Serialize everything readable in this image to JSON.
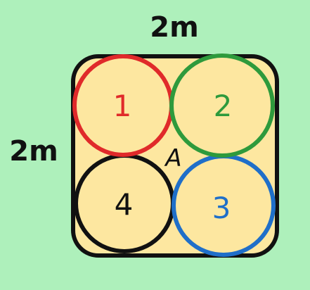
{
  "labels": {
    "top_dimension": "2m",
    "side_dimension": "2m",
    "center_label": "A"
  },
  "circles": [
    {
      "label": "1",
      "color": "#e02a2a"
    },
    {
      "label": "2",
      "color": "#2e9a3c"
    },
    {
      "label": "3",
      "color": "#1f6fc9"
    },
    {
      "label": "4",
      "color": "#111111"
    }
  ],
  "colors": {
    "background": "#aef0bb",
    "square_fill": "#fde7a0",
    "square_stroke": "#111111",
    "circle_fill": "#fde7a0"
  }
}
